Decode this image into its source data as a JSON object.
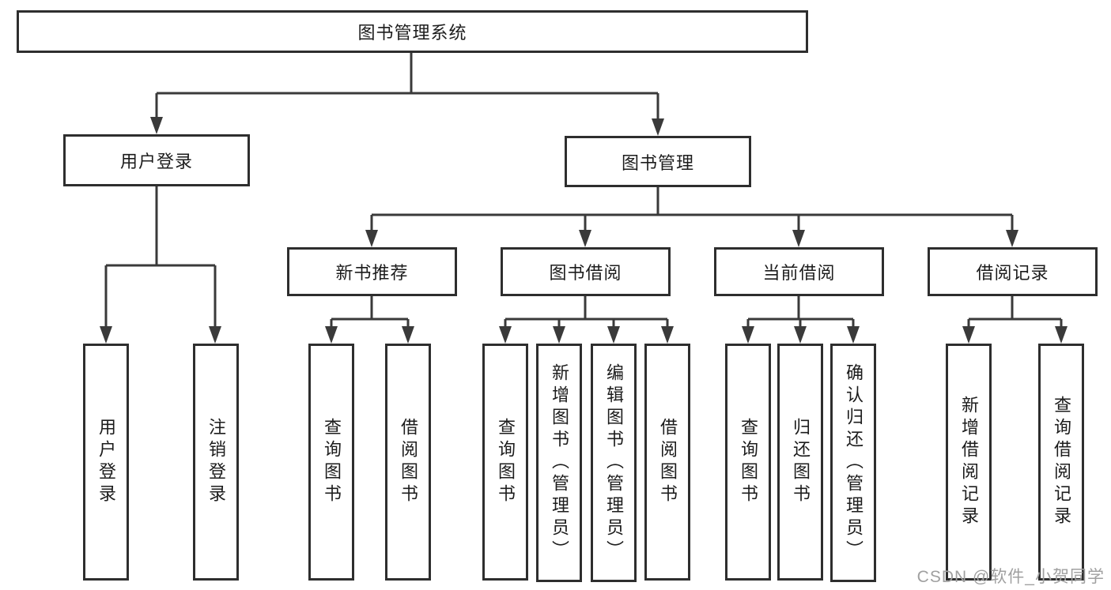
{
  "diagram": {
    "title": "图书管理系统",
    "tree": {
      "root": "图书管理系统",
      "user_login_branch": {
        "label": "用户登录",
        "children": [
          "用户登录",
          "注销登录"
        ]
      },
      "book_mgmt_branch": {
        "label": "图书管理",
        "groups": [
          {
            "label": "新书推荐",
            "children": [
              "查询图书",
              "借阅图书"
            ]
          },
          {
            "label": "图书借阅",
            "children": [
              "查询图书",
              "新增图书（管理员）",
              "编辑图书（管理员）",
              "借阅图书"
            ]
          },
          {
            "label": "当前借阅",
            "children": [
              "查询图书",
              "归还图书",
              "确认归还（管理员）"
            ]
          },
          {
            "label": "借阅记录",
            "children": [
              "新增借阅记录",
              "查询借阅记录"
            ]
          }
        ]
      }
    },
    "colors": {
      "line": "#3a3a3a",
      "box_border": "#2e2e2e",
      "text": "#1c1c1c",
      "watermark": "#a0a0a0",
      "background": "#ffffff"
    }
  },
  "watermark": "CSDN @软件_小贺同学"
}
